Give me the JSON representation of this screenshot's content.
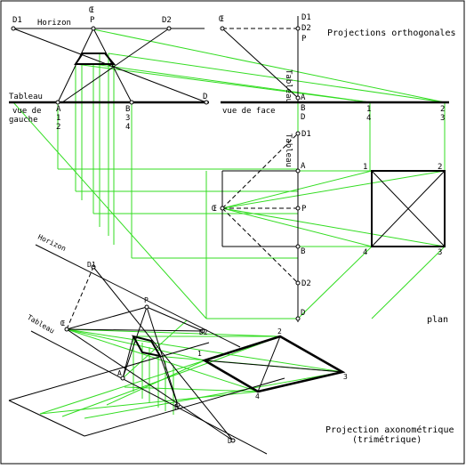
{
  "titles": {
    "ortho": "Projections orthogonales",
    "plan": "plan",
    "axono1": "Projection axonométrique",
    "axono2": "(trimétrique)"
  },
  "side_view": {
    "d1": "D1",
    "oe": "Œ",
    "p": "P",
    "d2": "D2",
    "horizon": "Horizon",
    "tableau": "Tableau",
    "d": "D",
    "vue1": "vue de",
    "vue2": "gauche",
    "a": "A",
    "one": "1",
    "two": "2",
    "b": "B",
    "three": "3",
    "four": "4"
  },
  "front_view": {
    "oe": "Œ",
    "d1": "D1",
    "d2": "D2",
    "p": "P",
    "tableau": "Tableau",
    "a": "A",
    "b": "B",
    "d": "D",
    "vue": "vue de face",
    "one": "1",
    "four": "4",
    "two": "2",
    "three": "3"
  },
  "plan_view": {
    "d1": "D1",
    "tableau": "Tableau",
    "a": "A",
    "oe": "Œ",
    "p": "P",
    "b": "B",
    "d2": "D2",
    "d": "D",
    "one": "1",
    "two": "2",
    "four": "4",
    "three": "3"
  },
  "axono_view": {
    "horizon": "Horizon",
    "d1": "D1",
    "p": "P",
    "tableau": "Tableau",
    "oe": "Œ",
    "d2": "D2",
    "a": "A",
    "b": "B",
    "d": "D",
    "one": "1",
    "two": "2",
    "three": "3",
    "four": "4"
  }
}
